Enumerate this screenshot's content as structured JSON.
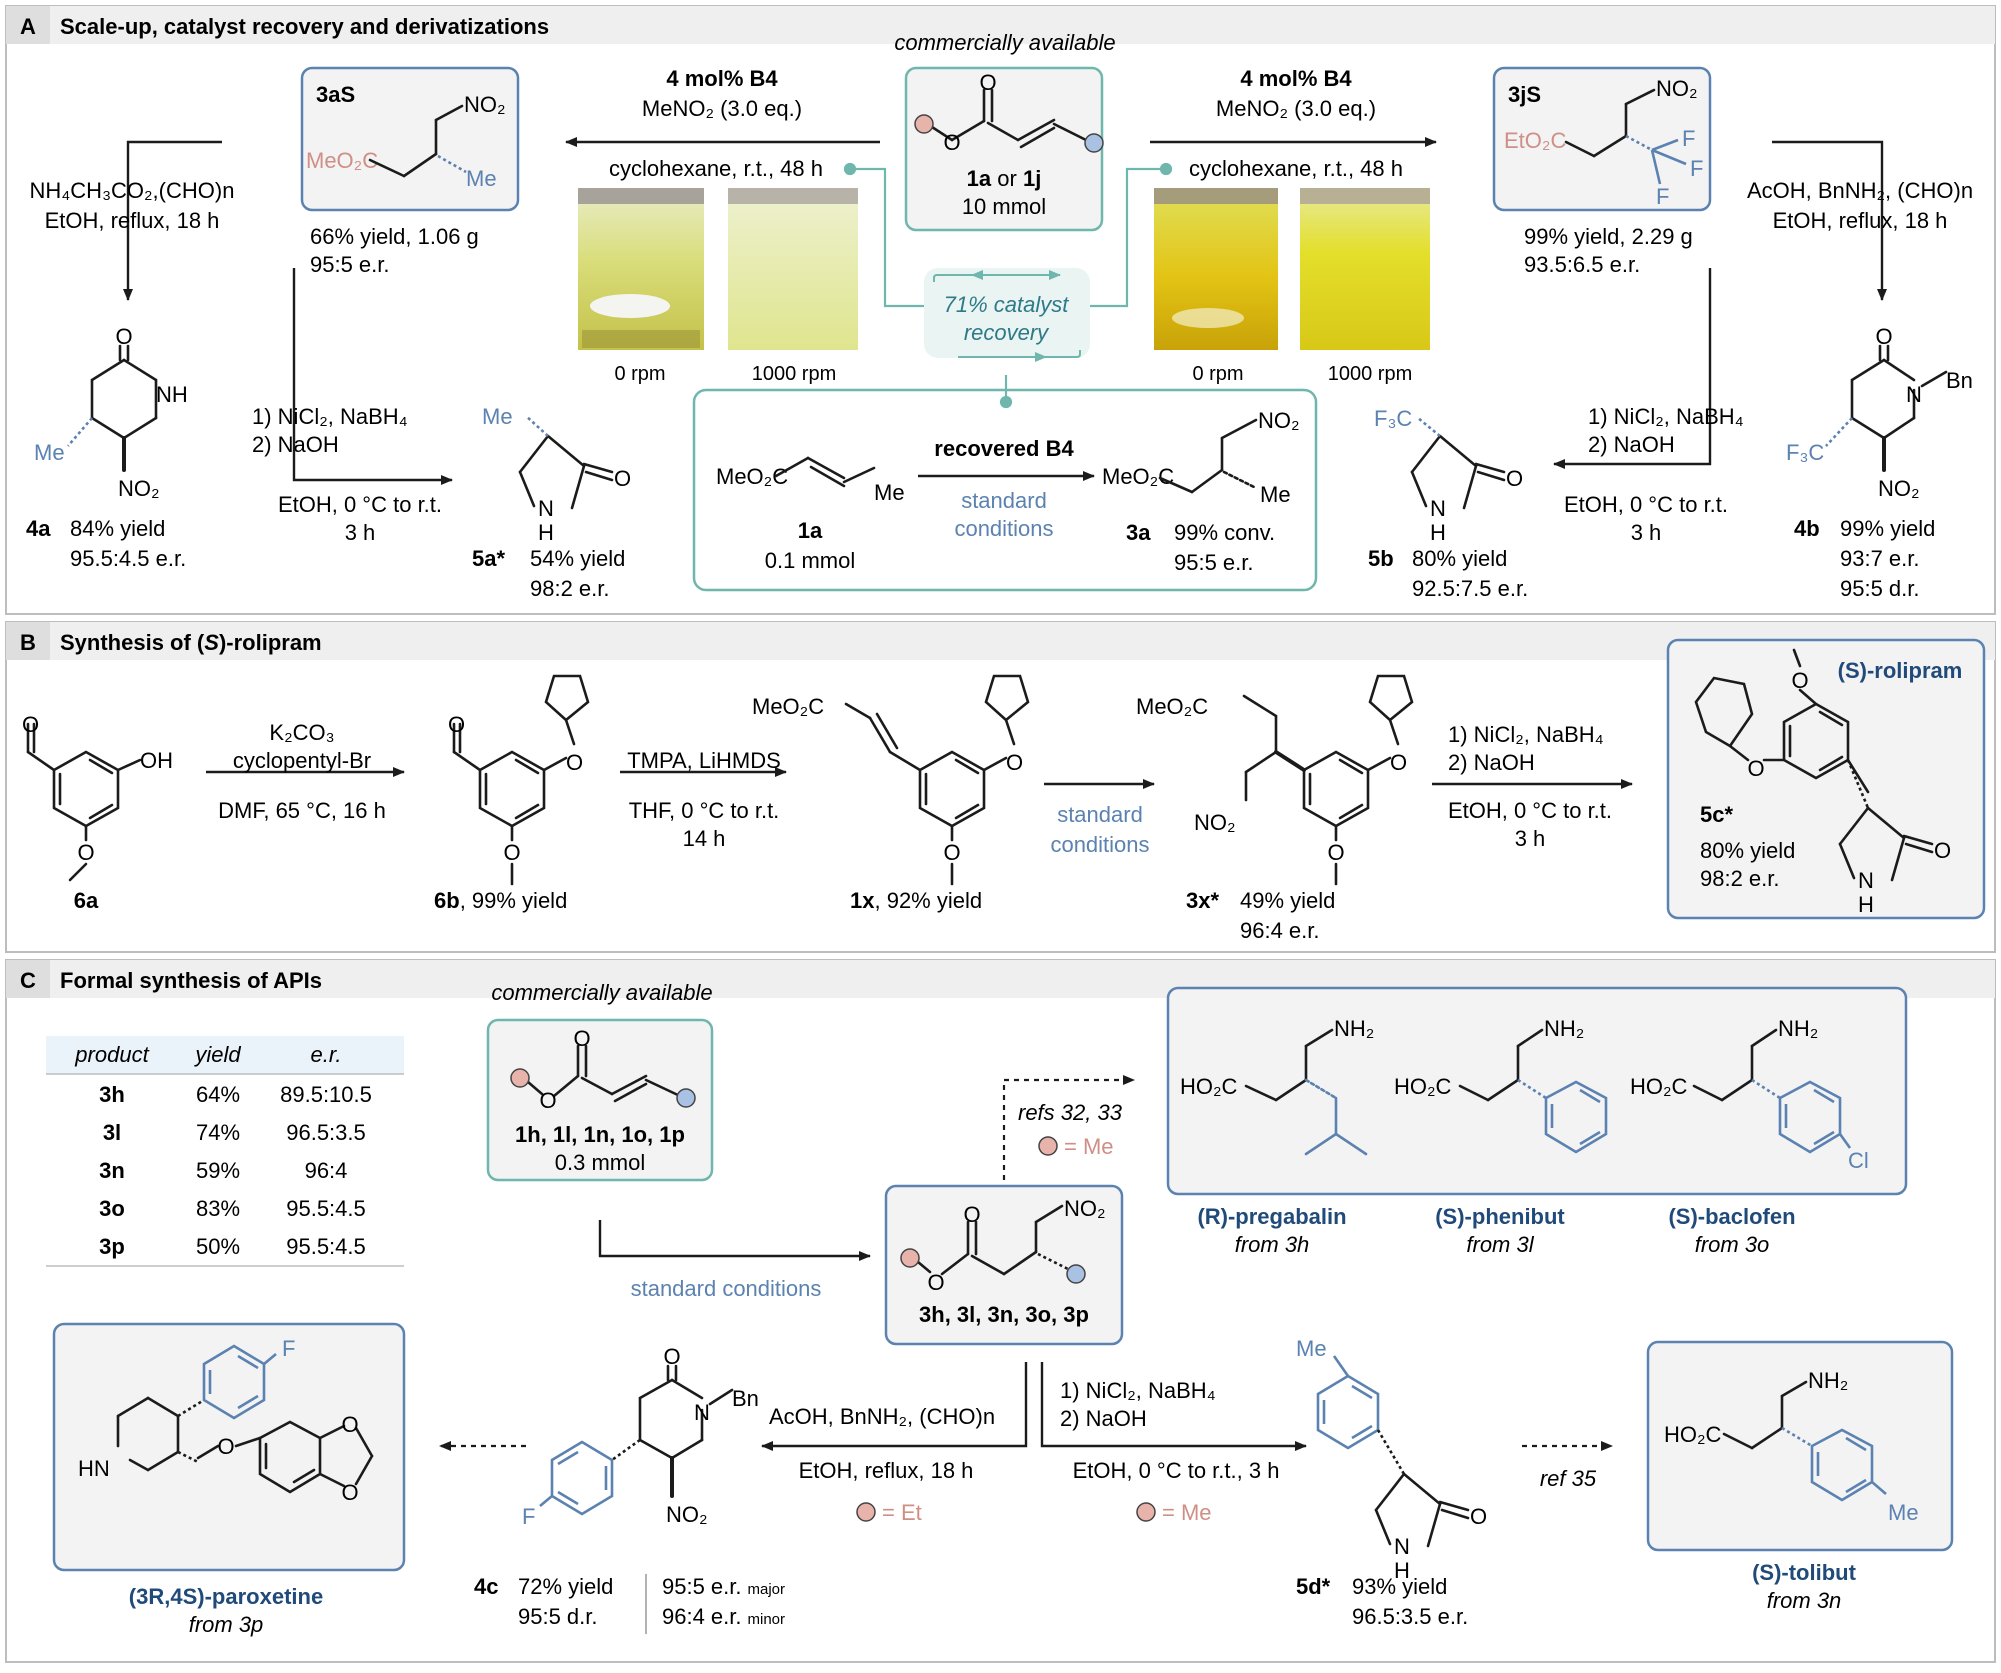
{
  "colors": {
    "ester": "#d08f86",
    "substituent": "#5b82b0",
    "teal": "#6fb6ac",
    "navy": "#1f4a79",
    "tealText": "#2d7a88",
    "condBlue": "#5b82b0",
    "boxFill": "#f3f3f3",
    "frame": "#bdbdbd",
    "hdrBg": "#efefef"
  },
  "panelA": {
    "letter": "A",
    "title": "Scale-up, catalyst recovery and derivatizations",
    "commercial": "commercially available",
    "center_label_1a": "1a",
    "center_label_or": " or ",
    "center_label_1j": "1j",
    "center_amount": "10 mmol",
    "left_cond1": "4 mol% B4",
    "left_cond2": "MeNO₂ (3.0 eq.)",
    "left_cond3": "cyclohexane, r.t., 48 h",
    "right_cond1": "4 mol% B4",
    "right_cond2": "MeNO₂ (3.0 eq.)",
    "right_cond3": "cyclohexane, r.t., 48 h",
    "product3aS": "3aS",
    "product3aS_yield": "66% yield, 1.06 g",
    "product3aS_er": "95:5 e.r.",
    "product3jS": "3jS",
    "product3jS_yield": "99% yield, 2.29 g",
    "product3jS_er": "93.5:6.5 e.r.",
    "rpm0": "0 rpm",
    "rpm1000": "1000 rpm",
    "recovery1": "71% catalyst",
    "recovery2": "recovery",
    "recovered": "recovered B4",
    "standard1": "standard",
    "standard2": "conditions",
    "s1a": "1a",
    "s1a_amt": "0.1 mmol",
    "s3a": "3a",
    "s3a_conv": "99% conv.",
    "s3a_er": "95:5 e.r.",
    "l_cond1": "NH₄CH₃CO₂,(CHO)n",
    "l_cond2": "EtOH, reflux, 18 h",
    "r_cond1": "AcOH, BnNH₂, (CHO)n",
    "r_cond2": "EtOH, reflux, 18 h",
    "p4a": "4a",
    "p4a_yield": "84% yield",
    "p4a_er": "95.5:4.5 e.r.",
    "p4b": "4b",
    "p4b_yield": "99% yield",
    "p4b_er": "93:7 e.r.",
    "p4b_dr": "95:5 d.r.",
    "red1": "1) NiCl₂, NaBH₄",
    "red2": "2) NaOH",
    "red3": "EtOH, 0 °C to r.t.",
    "red4": "3 h",
    "p5a": "5a*",
    "p5a_yield": "54% yield",
    "p5a_er": "98:2 e.r.",
    "p5b": "5b",
    "p5b_yield": "80% yield",
    "p5b_er": "92.5:7.5 e.r."
  },
  "panelB": {
    "letter": "B",
    "title_pre": "Synthesis of (",
    "title_s": "S",
    "title_post": ")-rolipram",
    "c1a": "K₂CO₃",
    "c1b": "cyclopentyl-Br",
    "c1c": "DMF, 65 °C, 16 h",
    "c2a": "TMPA, LiHMDS",
    "c2b": "THF, 0 °C to r.t.",
    "c2c": "14 h",
    "c3a": "standard",
    "c3b": "conditions",
    "c4a": "1) NiCl₂, NaBH₄",
    "c4b": "2) NaOH",
    "c4c": "EtOH, 0 °C to r.t.",
    "c4d": "3 h",
    "l6a": "6a",
    "l6b": "6b",
    "l6b_y": ", 99% yield",
    "l1x": "1x",
    "l1x_y": ", 92% yield",
    "l3x": "3x*",
    "l3x_y": "49% yield",
    "l3x_er": "96:4 e.r.",
    "rolipram": "(S)-rolipram",
    "l5c": "5c*",
    "l5c_y": "80% yield",
    "l5c_er": "98:2 e.r."
  },
  "panelC": {
    "letter": "C",
    "title": "Formal synthesis of APIs",
    "table": {
      "headers": [
        "product",
        "yield",
        "e.r."
      ],
      "rows": [
        [
          "3h",
          "64%",
          "89.5:10.5"
        ],
        [
          "3l",
          "74%",
          "96.5:3.5"
        ],
        [
          "3n",
          "59%",
          "96:4"
        ],
        [
          "3o",
          "83%",
          "95.5:4.5"
        ],
        [
          "3p",
          "50%",
          "95.5:4.5"
        ]
      ]
    },
    "commercial": "commercially available",
    "sm_labels": "1h, 1l, 1n, 1o, 1p",
    "sm_amount": "0.3 mmol",
    "standard": "standard conditions",
    "prod_labels": "3h, 3l, 3n, 3o, 3p",
    "refs": "refs 32, 33",
    "eqMe": "= Me",
    "eqEt": "= Et",
    "pregabalin": "(R)-pregabalin",
    "pregabalin_from": "from 3h",
    "phenibut": "(S)-phenibut",
    "phenibut_from": "from 3l",
    "baclofen": "(S)-baclofen",
    "baclofen_from": "from 3o",
    "r1a": "AcOH, BnNH₂, (CHO)n",
    "r1b": "EtOH, reflux, 18 h",
    "r2a": "1) NiCl₂, NaBH₄",
    "r2b": "2) NaOH",
    "r2c": "EtOH, 0 °C to r.t., 3 h",
    "p4c": "4c",
    "p4c_y": "72% yield",
    "p4c_dr": "95:5 d.r.",
    "p4c_er1": "95:5 e.r.",
    "p4c_er1s": "major",
    "p4c_er2": "96:4 e.r.",
    "p4c_er2s": "minor",
    "p5d": "5d*",
    "p5d_y": "93% yield",
    "p5d_er": "96.5:3.5 e.r.",
    "ref35": "ref 35",
    "paroxetine": "(3R,4S)-paroxetine",
    "paroxetine_from": "from 3p",
    "tolibut": "(S)-tolibut",
    "tolibut_from": "from 3n"
  },
  "atoms": {
    "NO2": "NO₂",
    "MeO2C": "MeO₂C",
    "EtO2C": "EtO₂C",
    "HO2C": "HO₂C",
    "NH2": "NH₂",
    "Me": "Me",
    "F": "F",
    "F3C": "F₃C",
    "Bn": "Bn",
    "NH": "NH",
    "N": "N",
    "H": "H",
    "O": "O",
    "OH": "OH",
    "HN": "HN",
    "Cl": "Cl"
  }
}
